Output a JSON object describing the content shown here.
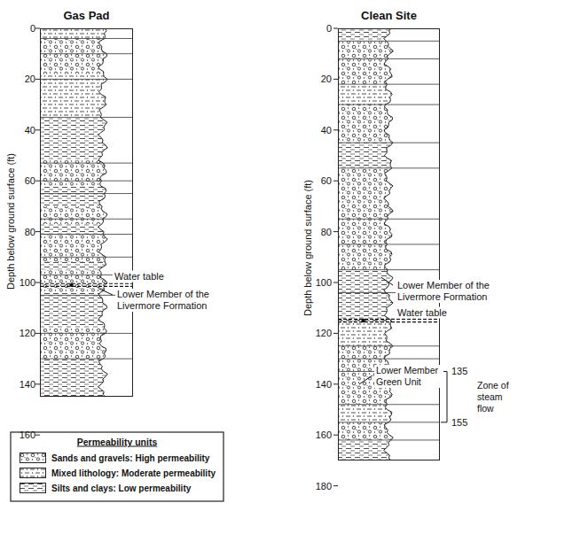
{
  "diagram": {
    "nodes": [
      {
        "text": [
          "Gas Pad"
        ]
      },
      {
        "text": [
          "Clean Site"
        ]
      }
    ],
    "labels": [
      "0",
      "20",
      "40",
      "60",
      "80",
      "100",
      "120",
      "140",
      "160",
      "Depth below ground surface (ft)",
      "Water table",
      "Lower Member of the Livermore Formation",
      "0",
      "20",
      "40",
      "60",
      "80",
      "100",
      "120",
      "140",
      "160",
      "180",
      "Depth below ground surface (ft)",
      "Lower Member of the Livermore Formation",
      "Water table",
      "Lower Member Green Unit",
      "135",
      "Zone of steam flow",
      "155",
      "Permeability units"
    ],
    "legend": [
      {
        "text": "Sands and gravels: High permeability"
      },
      {
        "text": "Mixed lithology: Moderate permeability"
      },
      {
        "text": "Silts and clays: Low permeability"
      }
    ]
  }
}
